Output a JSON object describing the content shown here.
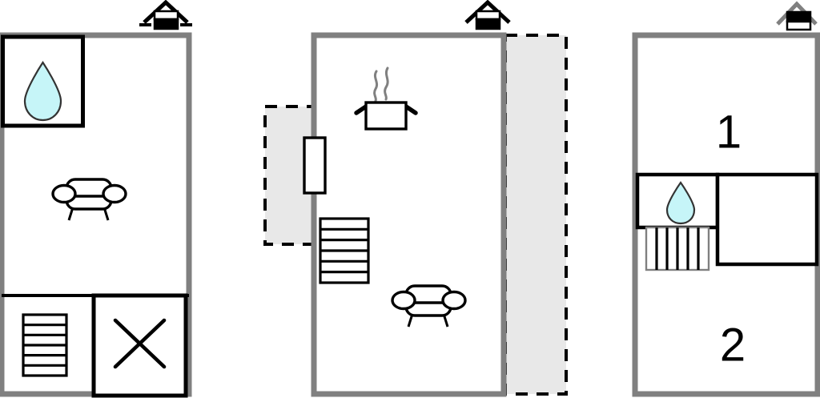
{
  "diagram": {
    "title": "Floor plan set",
    "type": "architectural-floor-plan",
    "background_color": "#ffffff",
    "wall_color": "#808080",
    "partition_color": "#000000",
    "dashed_fill_color": "#e8e8e8",
    "water_drop_color": "#c6f5f8",
    "plan_count": 3
  },
  "plans": [
    {
      "id": "plan-left",
      "name": "left-floor-plan",
      "compass_icon": "house-north-icon",
      "compass_variant": "white-top-black-bottom-with-dashes",
      "rooms": [
        {
          "name": "bathroom",
          "icon": "water-drop-icon",
          "label": ""
        },
        {
          "name": "living-room",
          "icon": "sofa-icon",
          "label": ""
        },
        {
          "name": "stairwell",
          "icon": "stairs-horizontal-icon",
          "label": ""
        },
        {
          "name": "void-room",
          "icon": "cross-x-icon",
          "label": ""
        }
      ]
    },
    {
      "id": "plan-middle",
      "name": "middle-floor-plan",
      "compass_icon": "house-north-icon",
      "compass_variant": "white-top-black-bottom",
      "rooms": [
        {
          "name": "kitchen",
          "icon": "cooking-pot-icon",
          "label": ""
        },
        {
          "name": "stairwell",
          "icon": "stairs-horizontal-icon",
          "label": ""
        },
        {
          "name": "living-room",
          "icon": "sofa-icon",
          "label": ""
        },
        {
          "name": "terrace-left",
          "icon": "dashed-area",
          "label": ""
        },
        {
          "name": "terrace-right",
          "icon": "dashed-area",
          "label": ""
        },
        {
          "name": "door-opening",
          "icon": "door-icon",
          "label": ""
        }
      ]
    },
    {
      "id": "plan-right",
      "name": "right-floor-plan",
      "compass_icon": "house-north-icon",
      "compass_variant": "black-top-white-bottom-grey-roof",
      "rooms": [
        {
          "name": "bedroom-one",
          "icon": "",
          "label": "1"
        },
        {
          "name": "bathroom",
          "icon": "water-drop-icon",
          "label": ""
        },
        {
          "name": "stairwell",
          "icon": "stairs-vertical-icon",
          "label": ""
        },
        {
          "name": "landing",
          "icon": "",
          "label": ""
        },
        {
          "name": "bedroom-two",
          "icon": "",
          "label": "2"
        }
      ]
    }
  ],
  "labels": {
    "room_one": "1",
    "room_two": "2"
  }
}
